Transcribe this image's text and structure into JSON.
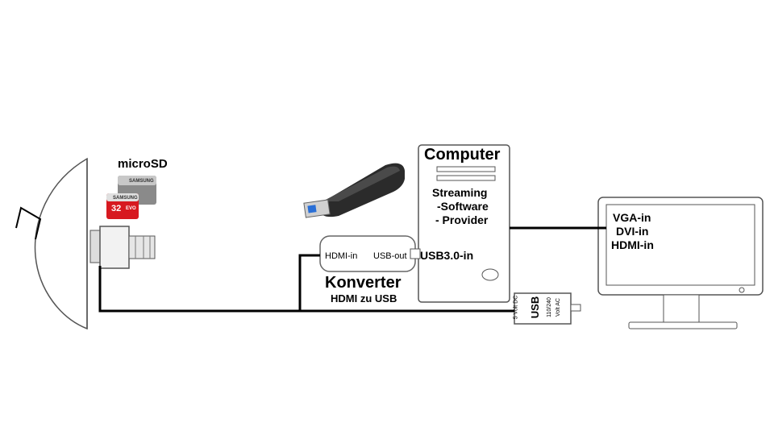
{
  "labels": {
    "microsd": "microSD",
    "computer": "Computer",
    "streaming": [
      "Streaming",
      "-Software",
      "- Provider"
    ],
    "monitor_inputs": [
      "VGA-in",
      "DVI-in",
      "HDMI-in"
    ],
    "converter_hdmi_in": "HDMI-in",
    "converter_usb_out": "USB-out",
    "usb30_in": "USB3.0-in",
    "converter_title": "Konverter",
    "converter_subtitle": "HDMI zu USB",
    "psu_dc": "5 Volt DC",
    "psu_usb": "USB",
    "psu_ac_1": "110/240",
    "psu_ac_2": "Volt AC",
    "sd_brand": "SAMSUNG",
    "sd_capacity": "32",
    "sd_evo": "EVO"
  },
  "colors": {
    "line": "#000000",
    "outline": "#555555",
    "sd_red": "#d71920",
    "sd_gray": "#8a8a8a",
    "stick_dark": "#2b2b2b",
    "usb_blue": "#2a6fd6"
  }
}
